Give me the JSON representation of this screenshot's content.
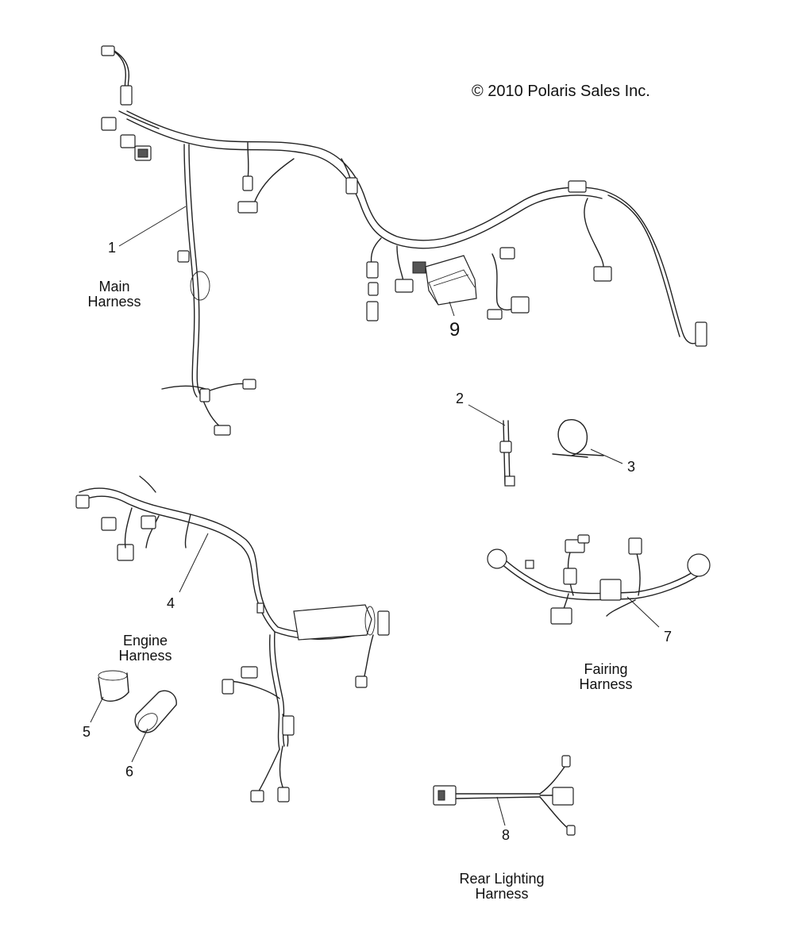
{
  "copyright": "© 2010 Polaris Sales Inc.",
  "callouts": {
    "c1": "1",
    "c2": "2",
    "c3": "3",
    "c4": "4",
    "c5": "5",
    "c6": "6",
    "c7": "7",
    "c8": "8",
    "c9": "9"
  },
  "titles": {
    "main": [
      "Main",
      "Harness"
    ],
    "engine": [
      "Engine",
      "Harness"
    ],
    "fairing": [
      "Fairing",
      "Harness"
    ],
    "rear": [
      "Rear Lighting",
      "Harness"
    ]
  }
}
